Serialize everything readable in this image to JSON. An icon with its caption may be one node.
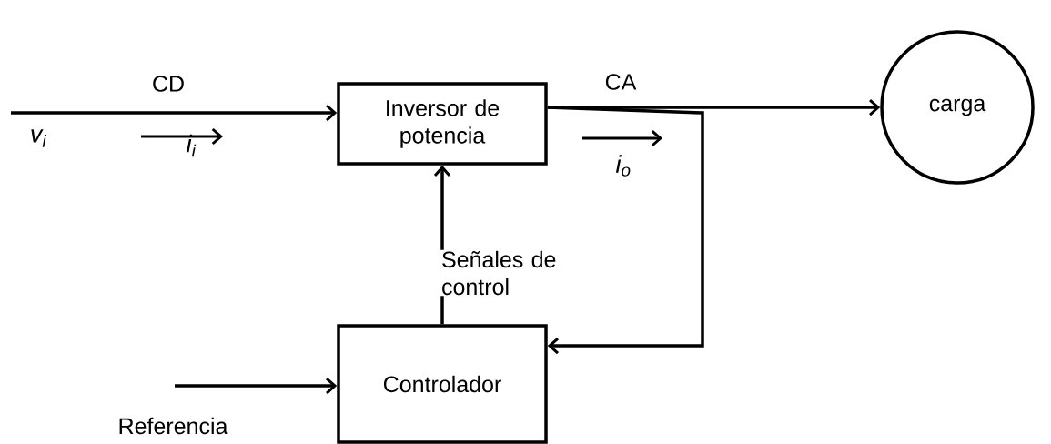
{
  "diagram": {
    "nodes": [
      {
        "text": [
          "Inversor de potencia"
        ]
      },
      {
        "text": [
          "carga"
        ]
      },
      {
        "text": [
          "Controlador"
        ]
      }
    ],
    "edges": [
      {
        "from": null,
        "to": 0,
        "arrow": "to",
        "label": "CD"
      },
      {
        "from": 0,
        "to": 1,
        "arrow": "to",
        "label": "CA"
      },
      {
        "from": 0,
        "to": 2,
        "arrow": "to"
      },
      {
        "from": 2,
        "to": 0,
        "arrow": "to",
        "label": "Señales de control"
      },
      {
        "from": null,
        "to": 2,
        "arrow": "to",
        "label": "Referencia"
      }
    ],
    "labels": [
      "v$_{i}$",
      "i$_{i}$",
      "i$_{o}$"
    ]
  }
}
